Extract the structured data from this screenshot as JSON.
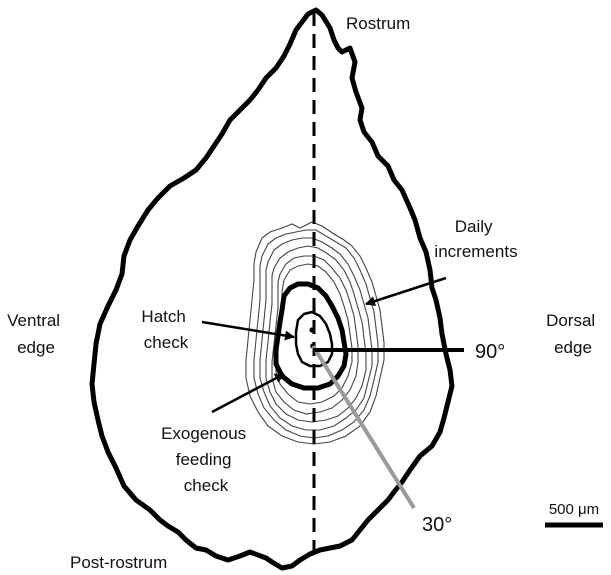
{
  "labels": {
    "rostrum": "Rostrum",
    "post_rostrum": "Post-rostrum",
    "ventral_edge": [
      "Ventral",
      "edge"
    ],
    "dorsal_edge": [
      "Dorsal",
      "edge"
    ],
    "daily_increments": [
      "Daily",
      "increments"
    ],
    "hatch_check": [
      "Hatch",
      "check"
    ],
    "exogenous_feeding_check": [
      "Exogenous",
      "feeding",
      "check"
    ],
    "angle_90": "90°",
    "angle_30": "30°"
  },
  "scale_bar": {
    "label": "500 μm"
  },
  "colors": {
    "outline": "#000000",
    "increments": "#444444",
    "axis_30": "#9a9a9a"
  }
}
